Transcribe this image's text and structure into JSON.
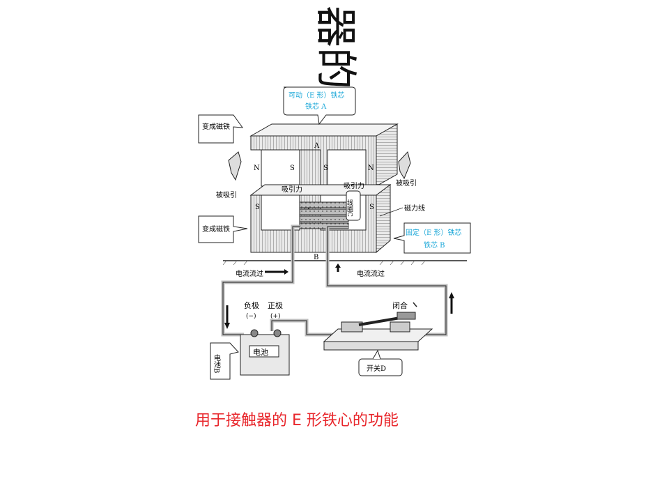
{
  "title_fragment": "器的",
  "caption": "用于接触器的 E 形铁心的功能",
  "colors": {
    "caption": "#e8262b",
    "callout_text": "#1aa7d8",
    "line": "#222222"
  },
  "diagram": {
    "movable_core_line1": "可动（E 形）铁芯",
    "movable_core_line2": "铁芯 A",
    "fixed_core_line1": "固定（E 形）铁芯",
    "fixed_core_line2": "铁芯 B",
    "becomes_magnet_top": "变成磁铁",
    "becomes_magnet_bottom": "变成磁铁",
    "attracted_left": "被吸引",
    "attracted_right": "被吸引",
    "attraction_left": "吸引力",
    "attraction_right": "吸引力",
    "coil": "线圈C",
    "flux_lines": "磁力线",
    "current_flow_left": "电流流过",
    "current_flow_right": "电流流过",
    "negative_pole": "负极",
    "negative_sign": "(−)",
    "positive_pole": "正极",
    "positive_sign": "(+)",
    "battery_label": "电池",
    "battery_callout": "电池B",
    "close": "闭合",
    "switch": "开关D",
    "label_A": "A",
    "label_B": "B",
    "pole_N": "N",
    "pole_S": "S"
  }
}
